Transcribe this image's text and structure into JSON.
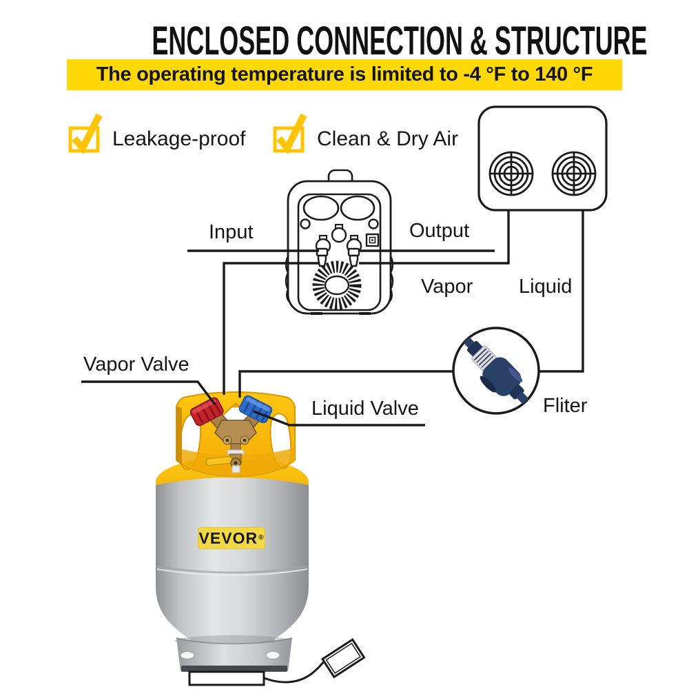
{
  "header": {
    "title": "ENCLOSED CONNECTION & STRUCTURE",
    "banner_text": "The operating temperature is limited to -4 °F to 140 °F"
  },
  "features": [
    {
      "label": "Leakage-proof"
    },
    {
      "label": "Clean & Dry Air"
    }
  ],
  "labels": {
    "input": "Input",
    "output": "Output",
    "vapor": "Vapor",
    "liquid": "Liquid",
    "vapor_valve": "Vapor Valve",
    "liquid_valve": "Liquid Valve",
    "filter": "Fliter"
  },
  "tank": {
    "brand": "VEVOR",
    "registered_mark": "®"
  },
  "colors": {
    "banner_bg": "#FFD805",
    "check_yellow": "#FFC403",
    "tank_collar_yellow": "#FFBD0A",
    "brand_plate_bg": "#F2D844",
    "vapor_valve_red": "#C5242B",
    "liquid_valve_blue": "#2F6CC8",
    "filter_navy": "#2B4066",
    "line_black": "#1A1A1A",
    "tank_body_silver": "#C6C7C9"
  }
}
